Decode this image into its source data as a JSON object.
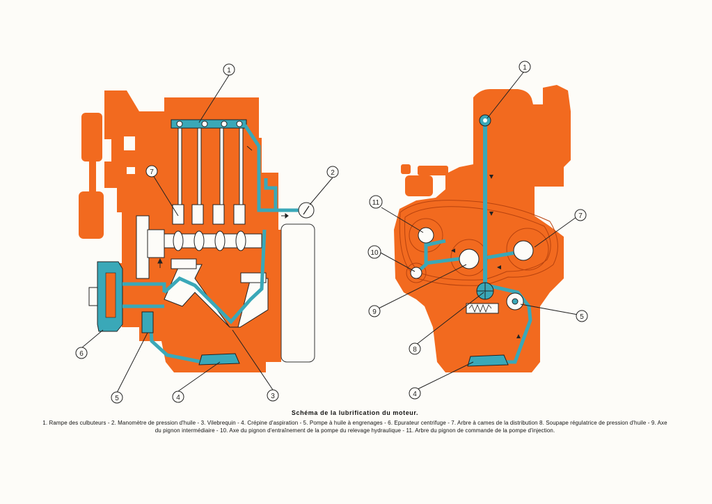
{
  "colors": {
    "engine": "#f26a1f",
    "oil": "#3aa8b8",
    "line": "#222222",
    "paper": "#fdfcf8"
  },
  "left_engine": {
    "callouts": [
      "1",
      "2",
      "3",
      "4",
      "5",
      "6",
      "7"
    ]
  },
  "right_engine": {
    "callouts": [
      "1",
      "4",
      "5",
      "7",
      "8",
      "9",
      "10",
      "11"
    ]
  },
  "caption": {
    "title": "Schéma de la lubrification du moteur.",
    "text": "1. Rampe des culbuteurs - 2. Manomètre de pression d'huile - 3. Vilebrequin - 4. Crépine d'aspiration - 5. Pompe à huile à engrenages - 6. Epurateur centrifuge - 7. Arbre à cames de la distribution 8. Soupape régulatrice de pression d'huile - 9. Axe du pignon intermédiaire - 10. Axe du pignon d'entraînement de la pompe du relevage hydraulique - 11. Arbre du pignon de commande de la pompe d'injection."
  }
}
